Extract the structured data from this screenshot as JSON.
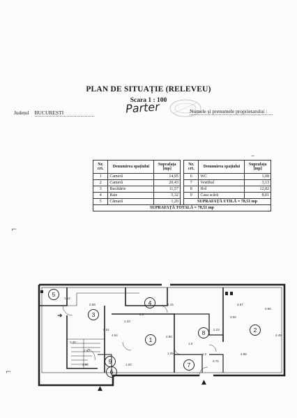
{
  "header": {
    "title": "PLAN DE SITUAȚIE (RELEVEU)",
    "scale": "Scara 1 : 100",
    "county_label": "Județul",
    "county_value": "BUCUREȘTI",
    "floor_handwritten": "Parter",
    "owner_label": "Numele și prenumele proprietarului :"
  },
  "table": {
    "headers": {
      "nr": "Nr. crt.",
      "name": "Denumirea spațiului",
      "area": "Suprafața [mp]"
    },
    "left": [
      {
        "nr": "1",
        "name": "Cameră",
        "area": "14,95"
      },
      {
        "nr": "2",
        "name": "Cameră",
        "area": "20,43"
      },
      {
        "nr": "3",
        "name": "Bucătărie",
        "area": "11,57"
      },
      {
        "nr": "4",
        "name": "Baie",
        "area": "5,32"
      },
      {
        "nr": "5",
        "name": "Cămară",
        "area": "1,20"
      }
    ],
    "right": [
      {
        "nr": "6",
        "name": "WC",
        "area": "1,08"
      },
      {
        "nr": "7",
        "name": "Vestibul",
        "area": "3,13"
      },
      {
        "nr": "8",
        "name": "Hol",
        "area": "12,82"
      },
      {
        "nr": "9",
        "name": "Casa scării",
        "area": "8,01"
      }
    ],
    "useful_area": "SUPRAFAȚĂ UTILĂ = 78,51 mp",
    "total_area": "SUPRAFAȚĂ TOTALĂ = 78,51 mp"
  },
  "plan": {
    "rooms": [
      "1",
      "2",
      "3",
      "4",
      "5",
      "6",
      "7",
      "8",
      "9"
    ],
    "dims": [
      "2.58",
      "3.3",
      "2.15",
      "4.67",
      "3.00",
      "2.90",
      "2.23",
      "1.90",
      "4.64",
      "4.45",
      "1.0",
      "1.0",
      "1.23",
      "1.00",
      "2.30",
      "3.75",
      "1.12",
      "1.35",
      "4.88",
      "2.60",
      "0.51",
      "0.88"
    ]
  }
}
